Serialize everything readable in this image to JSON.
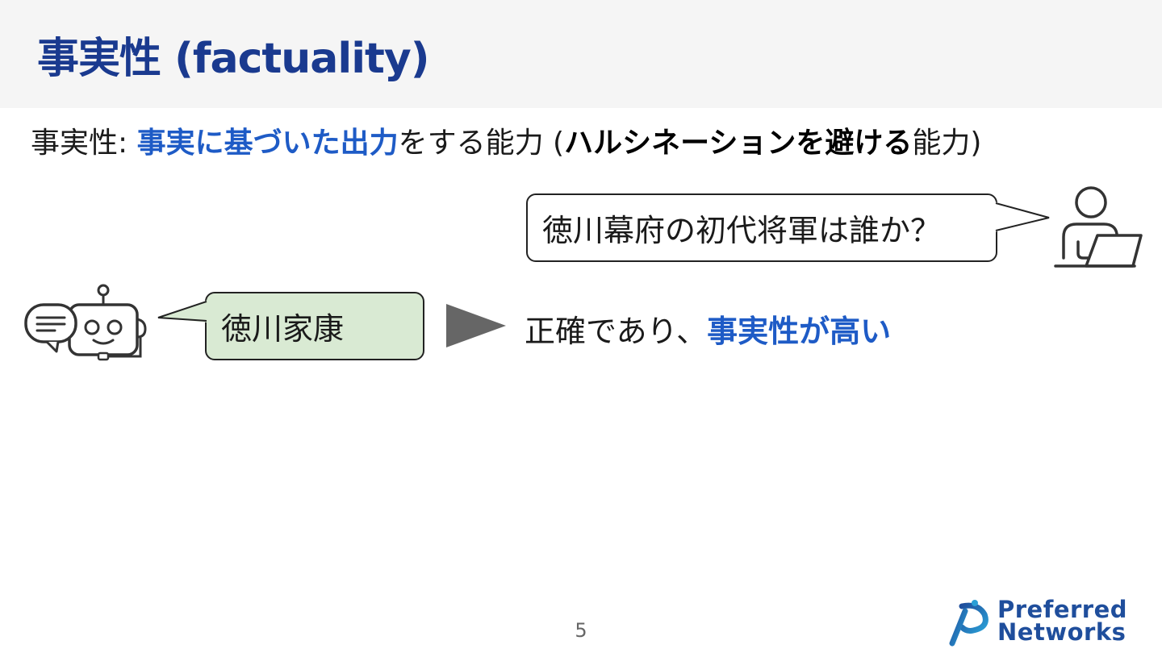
{
  "header": {
    "title": "事実性 (factuality)"
  },
  "definition": {
    "prefix": "事実性: ",
    "highlight": "事実に基づいた出力",
    "middle": "をする能力 (",
    "emphasis": "ハルシネーションを避ける",
    "suffix": "能力)"
  },
  "dialog": {
    "question": "徳川幕府の初代将軍は誰か？",
    "answer": "徳川家康"
  },
  "result": {
    "plain": "正確であり、",
    "highlight": "事実性が高い"
  },
  "footer": {
    "page_number": "5",
    "logo_line1": "Preferred",
    "logo_line2": "Networks"
  },
  "colors": {
    "title": "#1a3a8f",
    "highlight_blue": "#1e5bc6",
    "answer_bubble": "#d9ead3",
    "arrow": "#666666",
    "logo": "#1f4e9c"
  },
  "icons": {
    "user": "person-laptop-icon",
    "bot": "chatbot-icon",
    "arrow": "play-arrow-icon",
    "logo": "preferred-networks-logo"
  }
}
